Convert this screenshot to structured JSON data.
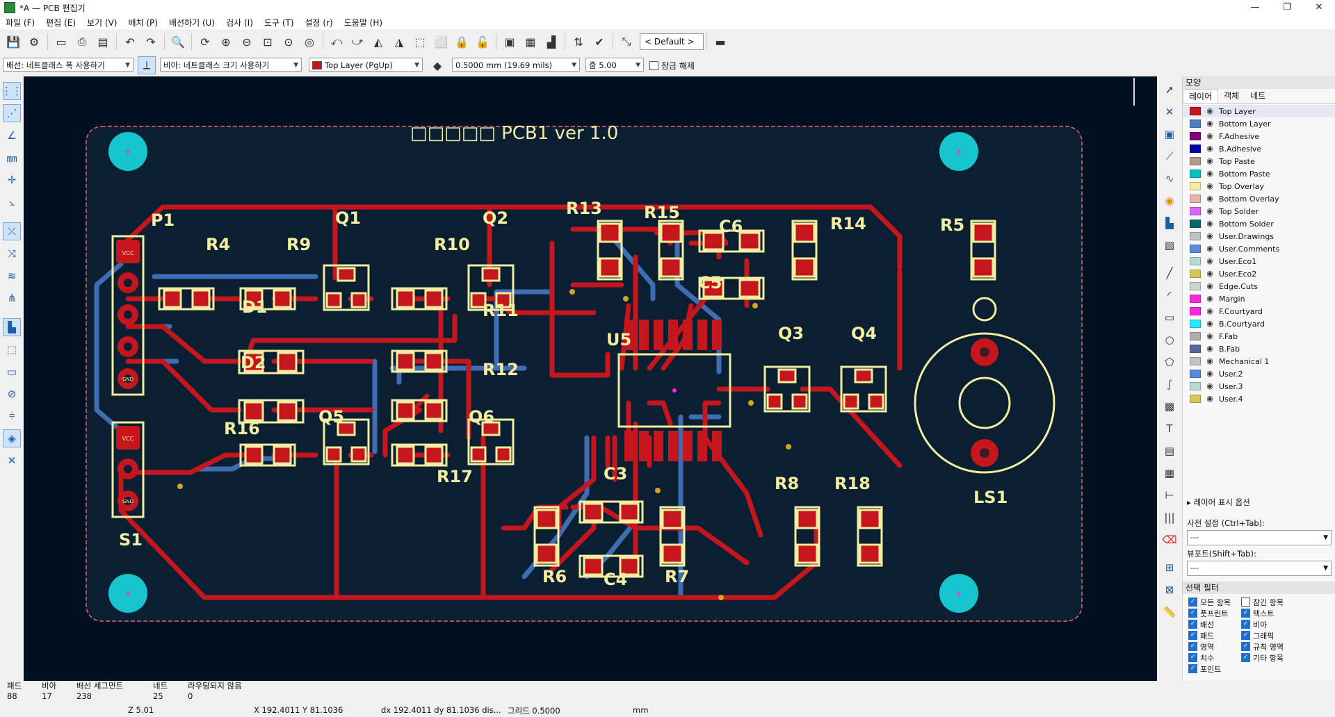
{
  "window": {
    "title": "*A — PCB 편집기",
    "minimize": "—",
    "maximize": "❐",
    "close": "✕"
  },
  "menu": [
    "파일 (F)",
    "편집 (E)",
    "보기 (V)",
    "배치 (P)",
    "배선하기 (U)",
    "검사 (I)",
    "도구 (T)",
    "설정 (r)",
    "도움말 (H)"
  ],
  "toolbar": {
    "preset": "< Default >"
  },
  "toolbar2": {
    "track_width": "배선: 네트클래스 폭 사용하기",
    "via_size": "비아: 네트클래스 크기 사용하기",
    "layer": "Top Layer (PgUp)",
    "layer_color": "#c4161c",
    "grid": "0.5000 mm (19.69 mils)",
    "zoom": "줌 5.00",
    "lock_label": "잠금 해제"
  },
  "board": {
    "title_text": "□□□□□ PCB1 ver 1.0",
    "refs": {
      "P1": "P1",
      "S1": "S1",
      "R4": "R4",
      "R9": "R9",
      "Q1": "Q1",
      "Q2": "Q2",
      "R10": "R10",
      "D1": "D1",
      "D2": "D2",
      "R11": "R11",
      "R12": "R12",
      "R16": "R16",
      "Q5": "Q5",
      "Q6": "Q6",
      "R17": "R17",
      "R13": "R13",
      "R15": "R15",
      "C6": "C6",
      "R14": "R14",
      "C5": "C5",
      "U5": "U5",
      "Q3": "Q3",
      "Q4": "Q4",
      "R5": "R5",
      "LS1": "LS1",
      "C3": "C3",
      "R6": "R6",
      "C4": "C4",
      "R7": "R7",
      "R8": "R8",
      "R18": "R18"
    },
    "pad_labels": {
      "vcc": "VCC",
      "gnd": "GND"
    }
  },
  "panel": {
    "title": "모양",
    "tabs": [
      "레이어",
      "객체",
      "네트"
    ],
    "layers": [
      {
        "name": "Top Layer",
        "color": "#c4161c"
      },
      {
        "name": "Bottom Layer",
        "color": "#4d7fc4"
      },
      {
        "name": "F.Adhesive",
        "color": "#84007c"
      },
      {
        "name": "B.Adhesive",
        "color": "#0000a6"
      },
      {
        "name": "Top Paste",
        "color": "#b4988c"
      },
      {
        "name": "Bottom Paste",
        "color": "#00c2c2"
      },
      {
        "name": "Top Overlay",
        "color": "#f2eda1"
      },
      {
        "name": "Bottom Overlay",
        "color": "#e8b2a7"
      },
      {
        "name": "Top Solder",
        "color": "#d864ff"
      },
      {
        "name": "Bottom Solder",
        "color": "#016b6b"
      },
      {
        "name": "User.Drawings",
        "color": "#c2c2c2"
      },
      {
        "name": "User.Comments",
        "color": "#5989db"
      },
      {
        "name": "User.Eco1",
        "color": "#b4dbd2"
      },
      {
        "name": "User.Eco2",
        "color": "#d8c852"
      },
      {
        "name": "Edge.Cuts",
        "color": "#d0d2cd"
      },
      {
        "name": "Margin",
        "color": "#ff26e2"
      },
      {
        "name": "F.Courtyard",
        "color": "#ff26e2"
      },
      {
        "name": "B.Courtyard",
        "color": "#26e9ff"
      },
      {
        "name": "F.Fab",
        "color": "#afafaf"
      },
      {
        "name": "B.Fab",
        "color": "#58659b"
      },
      {
        "name": "Mechanical 1",
        "color": "#c2c2c2"
      },
      {
        "name": "User.2",
        "color": "#5989db"
      },
      {
        "name": "User.3",
        "color": "#b4dbd2"
      },
      {
        "name": "User.4",
        "color": "#d8c852"
      }
    ],
    "layer_display_options": "레이어 표시 옵션",
    "preset_label": "사전 설정 (Ctrl+Tab):",
    "preset_value": "---",
    "viewport_label": "뷰포트(Shift+Tab):",
    "viewport_value": "---",
    "filter_title": "선택 필터",
    "filters": [
      {
        "label": "모든 항목",
        "checked": true
      },
      {
        "label": "잠긴 항목",
        "checked": false
      },
      {
        "label": "풋프린트",
        "checked": true
      },
      {
        "label": "텍스트",
        "checked": true
      },
      {
        "label": "배선",
        "checked": true
      },
      {
        "label": "비아",
        "checked": true
      },
      {
        "label": "패드",
        "checked": true
      },
      {
        "label": "그래픽",
        "checked": true
      },
      {
        "label": "영역",
        "checked": true
      },
      {
        "label": "규칙 영역",
        "checked": true
      },
      {
        "label": "치수",
        "checked": true
      },
      {
        "label": "기타 항목",
        "checked": true
      },
      {
        "label": "포인트",
        "checked": true
      }
    ]
  },
  "status": {
    "pads_label": "패드",
    "pads": "88",
    "vias_label": "비아",
    "vias": "17",
    "segments_label": "배선 세그먼트",
    "segments": "238",
    "nets_label": "네트",
    "nets": "25",
    "unrouted_label": "라우팅되지 않음",
    "unrouted": "0",
    "zoom": "Z 5.01",
    "xy": "X 192.4011  Y 81.1036",
    "dxy": "dx 192.4011  dy 81.1036  dis...",
    "grid": "그리드 0.5000",
    "units": "mm"
  }
}
